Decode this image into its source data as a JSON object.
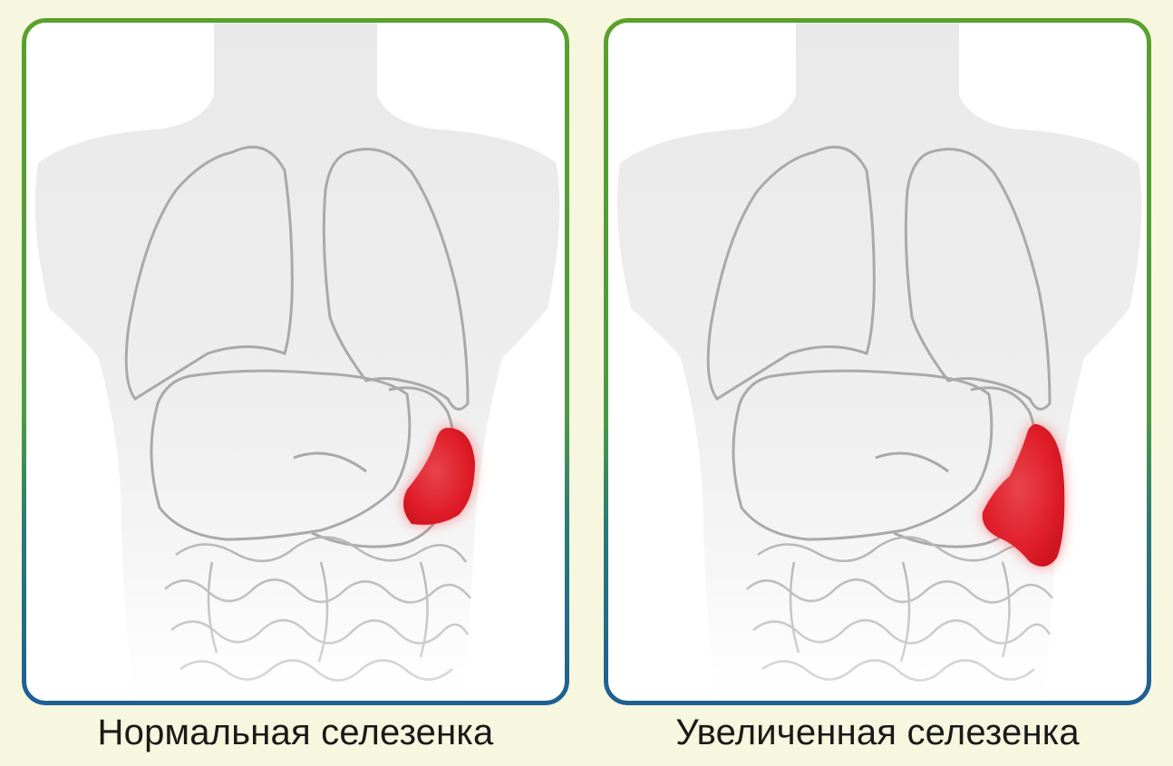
{
  "panels": [
    {
      "caption": "Нормальная селезенка",
      "spleen_size": "normal"
    },
    {
      "caption": "Увеличенная селезенка",
      "spleen_size": "enlarged"
    }
  ],
  "colors": {
    "background": "#f7f6de",
    "frame_top": "#5aa02c",
    "frame_bottom": "#1e5f95",
    "spleen": "#e01f2a",
    "organ_outline": "#a9a9a9",
    "body": "#ececec"
  }
}
